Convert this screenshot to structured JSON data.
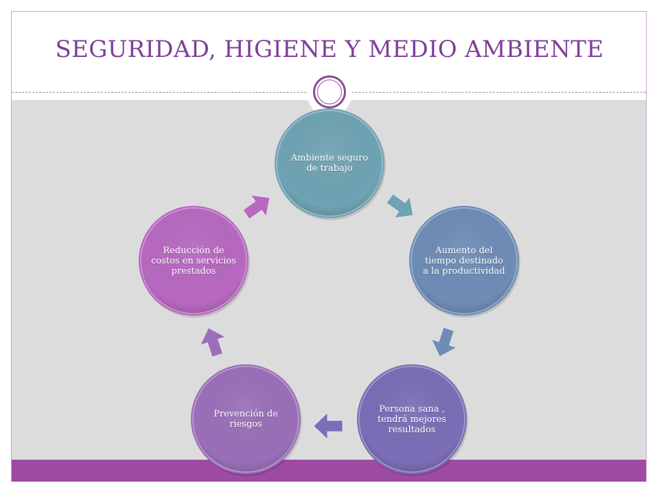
{
  "slide": {
    "title": "SEGURIDAD, HIGIENE Y MEDIO AMBIENTE"
  },
  "cycle": {
    "nodes": [
      {
        "label": "Ambiente seguro de trabajo",
        "color": "#6fa3b3"
      },
      {
        "label": "Aumento del tiempo destinado a la productividad",
        "color": "#6f8cb6"
      },
      {
        "label": "Persona sana , tendrá mejores resultados",
        "color": "#7b6db6"
      },
      {
        "label": "Prevención de riesgos",
        "color": "#9a6fb8"
      },
      {
        "label": "Reducción de costos en servicios prestados",
        "color": "#b769c0"
      }
    ],
    "arrow_colors": [
      "#6fa3b3",
      "#6f8cb6",
      "#7b6db6",
      "#9a6fb8",
      "#b769c0"
    ]
  },
  "colors": {
    "title": "#7f3f98",
    "footer": "#9e4aa3",
    "content_bg": "#dcdcdc"
  }
}
